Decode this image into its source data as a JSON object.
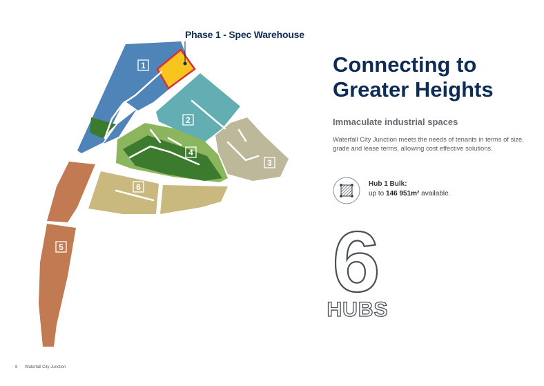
{
  "phase_label": "Phase 1 - Spec Warehouse",
  "title_line1": "Connecting to",
  "title_line2": "Greater Heights",
  "subtitle": "Immaculate industrial spaces",
  "body": "Waterfall City Junction meets the needs of tenants in terms of size, grade and lease terms, allowing cost effective solutions.",
  "bulk": {
    "label": "Hub 1 Bulk:",
    "prefix": "up to ",
    "value": "146 951m²",
    "suffix": " available.",
    "icon": "warehouse-area-icon"
  },
  "hubs_count": "6",
  "hubs_label": "HUBS",
  "hub_labels": [
    "1",
    "2",
    "3",
    "4",
    "5",
    "6"
  ],
  "footer": {
    "page": "8",
    "name": "Waterfall City Junction"
  },
  "colors": {
    "navy": "#0f2c55",
    "hub1": "#4e84b8",
    "hub2": "#63aeb2",
    "hub3": "#bdb89a",
    "hub4_light": "#8cb65e",
    "hub4_dark": "#3c7a2e",
    "hub5": "#c17a52",
    "hub6": "#c9b97e",
    "phase1": "#f7c51e",
    "phase1_border": "#d6303a"
  }
}
